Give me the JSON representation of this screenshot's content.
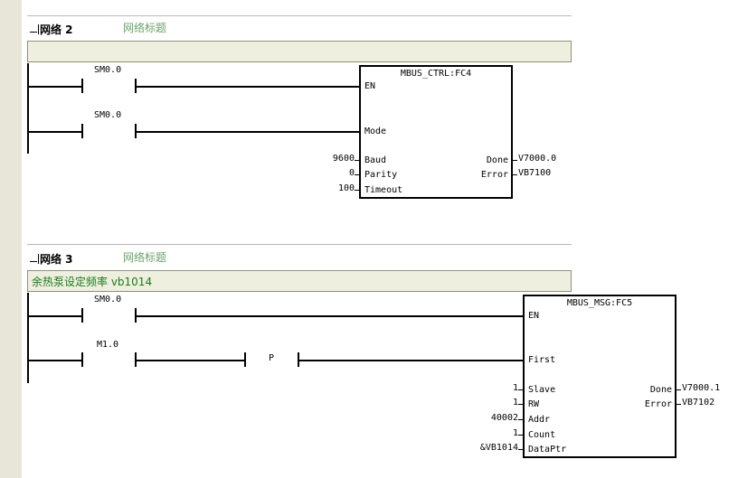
{
  "networks": [
    {
      "label": "网络 2",
      "title": "网络标题",
      "comment": "",
      "contacts": [
        "SM0.0",
        "SM0.0"
      ],
      "block": {
        "name": "MBUS_CTRL:FC4",
        "inputs": [
          "EN",
          "Mode",
          "Baud",
          "Parity",
          "Timeout"
        ],
        "input_values": [
          "",
          "",
          "9600",
          "0",
          "100"
        ],
        "outputs": [
          "Done",
          "Error"
        ],
        "output_values": [
          "V7000.0",
          "VB7100"
        ]
      }
    },
    {
      "label": "网络 3",
      "title": "网络标题",
      "comment": "余热泵设定频率 vb1014",
      "contacts": [
        "SM0.0",
        "M1.0"
      ],
      "edge_contact": "P",
      "block": {
        "name": "MBUS_MSG:FC5",
        "inputs": [
          "EN",
          "First",
          "Slave",
          "RW",
          "Addr",
          "Count",
          "DataPtr"
        ],
        "input_values": [
          "",
          "",
          "1",
          "1",
          "40002",
          "1",
          "&VB1014"
        ],
        "outputs": [
          "Done",
          "Error"
        ],
        "output_values": [
          "V7000.1",
          "VB7102"
        ]
      }
    }
  ],
  "colors": {
    "title": "#6aa36a",
    "comment_text": "#1a7a1a",
    "comment_bg": "#efefdf",
    "gutter": "#e8e6d8"
  }
}
